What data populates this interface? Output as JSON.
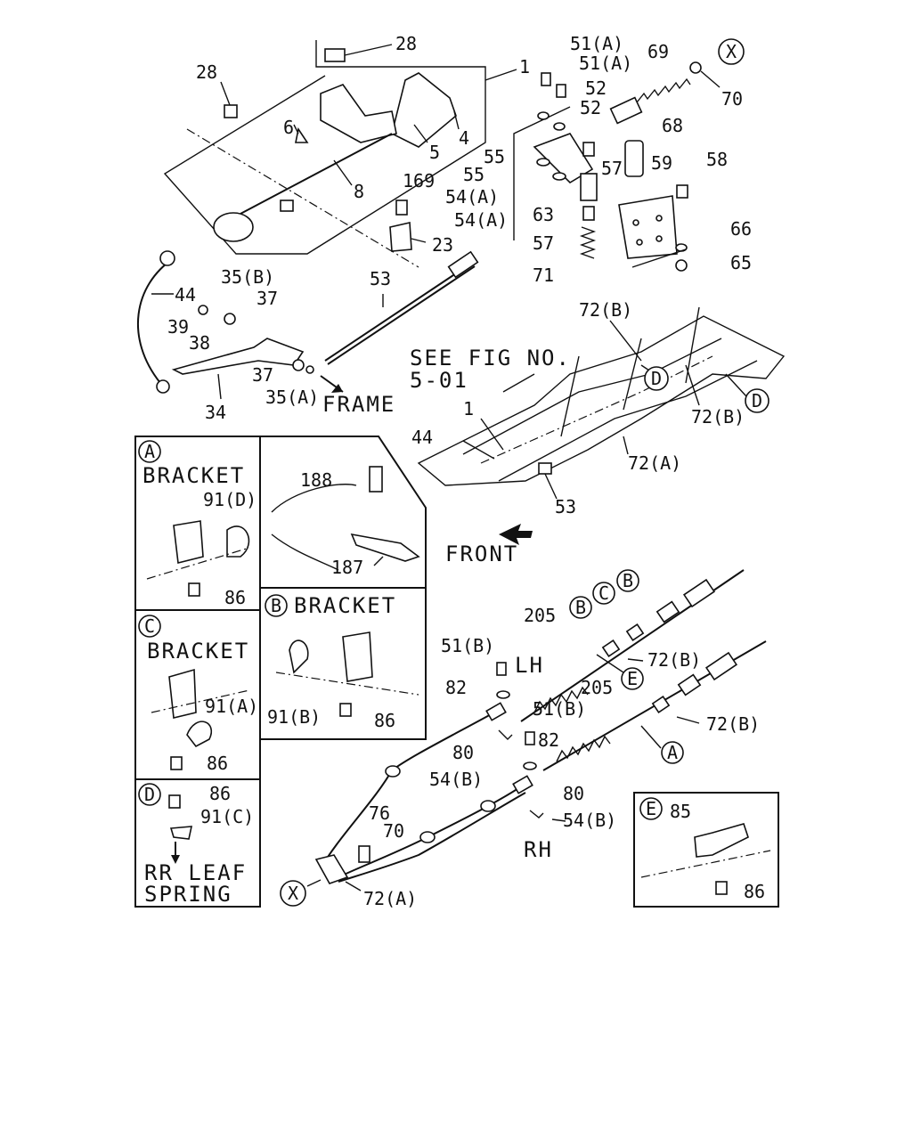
{
  "labels": {
    "p28a": "28",
    "p28b": "28",
    "p1": "1",
    "p4": "4",
    "p5": "5",
    "p6": "6",
    "p8": "8",
    "p169": "169",
    "p23": "23",
    "p53": "53",
    "p44": "44",
    "p35b": "35(B)",
    "p37a": "37",
    "p39": "39",
    "p38": "38",
    "p34": "34",
    "p37b": "37",
    "p35a": "35(A)",
    "frame": "FRAME",
    "p51a1": "51(A)",
    "p51a2": "51(A)",
    "p52a": "52",
    "p52b": "52",
    "p55a": "55",
    "p55b": "55",
    "p54a1": "54(A)",
    "p54a2": "54(A)",
    "p63": "63",
    "p57a": "57",
    "p57b": "57",
    "p71": "71",
    "p69": "69",
    "p70a": "70",
    "p68": "68",
    "p59": "59",
    "p58": "58",
    "p66": "66",
    "p65": "65",
    "p72b1": "72(B)",
    "p72b2": "72(B)",
    "p72a1": "72(A)",
    "see_fig_1": "SEE FIG NO.",
    "see_fig_2": "5-01",
    "p1b": "1",
    "p44b": "44",
    "p53b": "53",
    "front": "FRONT",
    "bracket_a": "BRACKET",
    "p91d": "91(D)",
    "p86a": "86",
    "p188": "188",
    "p187": "187",
    "bracket_b": "BRACKET",
    "p91b": "91(B)",
    "p86b": "86",
    "bracket_c": "BRACKET",
    "p91a": "91(A)",
    "p86c": "86",
    "p86d": "86",
    "p91c": "91(C)",
    "rr_leaf": "RR LEAF",
    "spring": "SPRING",
    "p205a": "205",
    "p51b1": "51(B)",
    "lh": "LH",
    "p82a": "82",
    "p72b3": "72(B)",
    "p205b": "205",
    "p51b2": "51(B)",
    "p82b": "82",
    "p72b4": "72(B)",
    "p80a": "80",
    "p54b1": "54(B)",
    "p80b": "80",
    "p54b2": "54(B)",
    "rh": "RH",
    "p76": "76",
    "p70b": "70",
    "p72a2": "72(A)",
    "p85": "85",
    "p86e": "86"
  },
  "circle_refs": {
    "x1": "X",
    "x2": "X",
    "d1": "D",
    "d2": "D",
    "a1": "A",
    "b1": "B",
    "c1": "C",
    "d3": "D",
    "e1": "E",
    "b2": "B",
    "c2": "C",
    "b3": "B",
    "e2": "E",
    "a2": "A"
  }
}
